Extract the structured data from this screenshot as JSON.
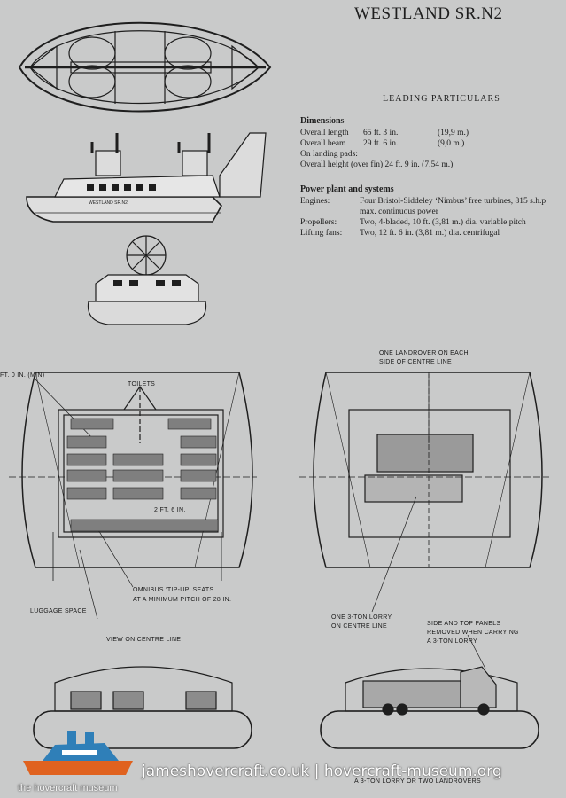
{
  "title": "WESTLAND SR.N2",
  "subtitle": "LEADING PARTICULARS",
  "dimensions": {
    "heading": "Dimensions",
    "rows": [
      {
        "label": "Overall length",
        "value": "65 ft. 3 in.",
        "metric": "(19,9 m.)"
      },
      {
        "label": "Overall beam",
        "value": "29 ft. 6 in.",
        "metric": "(9,0 m.)"
      },
      {
        "label": "On landing pads:",
        "value": "",
        "metric": ""
      },
      {
        "label": "Overall height (over fin) 24 ft. 9 in. (7,54 m.)",
        "value": "",
        "metric": ""
      }
    ]
  },
  "power": {
    "heading": "Power plant and systems",
    "rows": [
      {
        "label": "Engines:",
        "value": "Four Bristol-Siddeley ‘Nimbus’ free turbines, 815 s.h.p"
      },
      {
        "label": "",
        "value": "max. continuous power"
      },
      {
        "label": "Propellers:",
        "value": "Two, 4-bladed, 10 ft. (3,81 m.) dia. variable pitch"
      },
      {
        "label": "Lifting fans:",
        "value": "Two, 12 ft. 6 in. (3,81 m.) dia. centrifugal"
      }
    ]
  },
  "labels": {
    "toilets": "TOILETS",
    "ft_min": "FT. 0 IN. (MIN)",
    "two_ft": "2 FT. 6 IN.",
    "luggage": "LUGGAGE SPACE",
    "seats_1": "OMNIBUS ‘TIP-UP’ SEATS",
    "seats_2": "AT A MINIMUM PITCH OF 28 IN.",
    "landrover_1": "ONE LANDROVER ON EACH",
    "landrover_2": "SIDE OF CENTRE LINE",
    "lorry_1": "ONE 3-TON LORRY",
    "lorry_2": "ON CENTRE LINE",
    "panels_1": "SIDE AND TOP PANELS",
    "panels_2": "REMOVED WHEN CARRYING",
    "panels_3": "A 3-TON LORRY",
    "view": "VIEW ON CENTRE LINE",
    "bottom": "A 3-TON LORRY OR TWO LANDROVERS",
    "hull_name": "WESTLAND SR.N2"
  },
  "watermark": {
    "site": "jameshovercraft.co.uk | hovercraft-museum.org",
    "museum": "the hovercraft museum"
  },
  "colors": {
    "background": "#c9caca",
    "ink": "#1e1e1e",
    "logo_orange": "#e0621f",
    "logo_blue": "#2f7fb8"
  }
}
